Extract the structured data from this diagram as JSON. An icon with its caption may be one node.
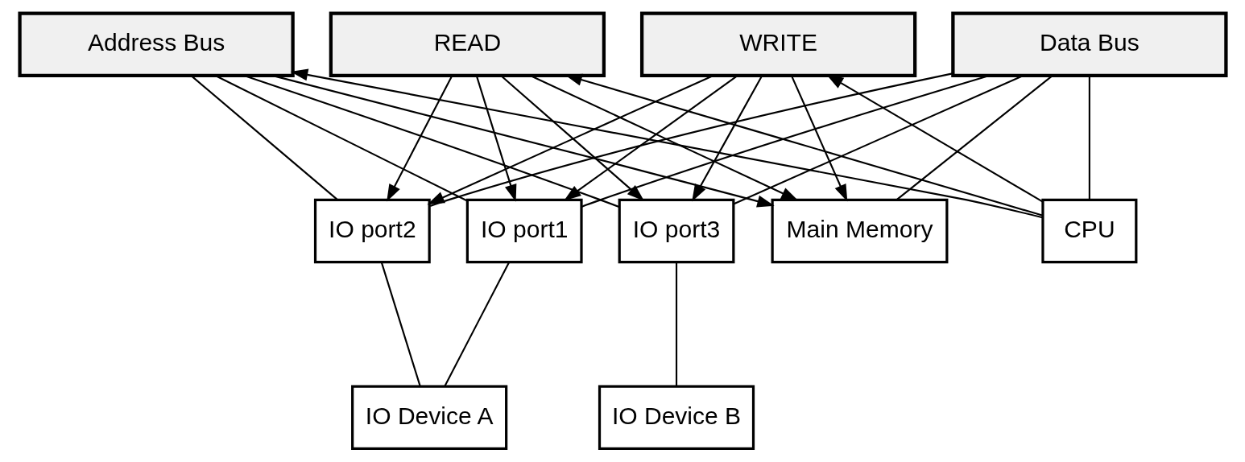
{
  "diagram": {
    "nodes": [
      {
        "text": [
          "Data Bus"
        ]
      },
      {
        "text": [
          "Address Bus"
        ]
      },
      {
        "text": [
          "READ"
        ]
      },
      {
        "text": [
          "WRITE"
        ]
      },
      {
        "text": [
          "Main Memory"
        ]
      },
      {
        "text": [
          "CPU"
        ]
      },
      {
        "text": [
          "IO port1"
        ]
      },
      {
        "text": [
          "IO port2"
        ]
      },
      {
        "text": [
          "IO port3"
        ]
      },
      {
        "text": [
          "IO Device A"
        ]
      },
      {
        "text": [
          "IO Device B"
        ]
      }
    ],
    "edges": [
      {
        "from": 0,
        "to": 4,
        "arrow": "none"
      },
      {
        "from": 1,
        "to": 4,
        "arrow": "to"
      },
      {
        "from": 2,
        "to": 4,
        "arrow": "to"
      },
      {
        "from": 3,
        "to": 4,
        "arrow": "to"
      },
      {
        "from": 0,
        "to": 5,
        "arrow": "none"
      },
      {
        "from": 5,
        "to": 1,
        "arrow": "to"
      },
      {
        "from": 5,
        "to": 2,
        "arrow": "to"
      },
      {
        "from": 5,
        "to": 3,
        "arrow": "to"
      },
      {
        "from": 0,
        "to": 6,
        "arrow": "none"
      },
      {
        "from": 1,
        "to": 6,
        "arrow": "none"
      },
      {
        "from": 2,
        "to": 6,
        "arrow": "to"
      },
      {
        "from": 3,
        "to": 6,
        "arrow": "to"
      },
      {
        "from": 0,
        "to": 7,
        "arrow": "none"
      },
      {
        "from": 1,
        "to": 7,
        "arrow": "none"
      },
      {
        "from": 2,
        "to": 7,
        "arrow": "to"
      },
      {
        "from": 3,
        "to": 7,
        "arrow": "to"
      },
      {
        "from": 0,
        "to": 8,
        "arrow": "none"
      },
      {
        "from": 1,
        "to": 8,
        "arrow": "none"
      },
      {
        "from": 2,
        "to": 8,
        "arrow": "to"
      },
      {
        "from": 3,
        "to": 8,
        "arrow": "to"
      },
      {
        "from": 6,
        "to": 9,
        "arrow": "none"
      },
      {
        "from": 7,
        "to": 9,
        "arrow": "none"
      },
      {
        "from": 8,
        "to": 10,
        "arrow": "none"
      }
    ]
  }
}
